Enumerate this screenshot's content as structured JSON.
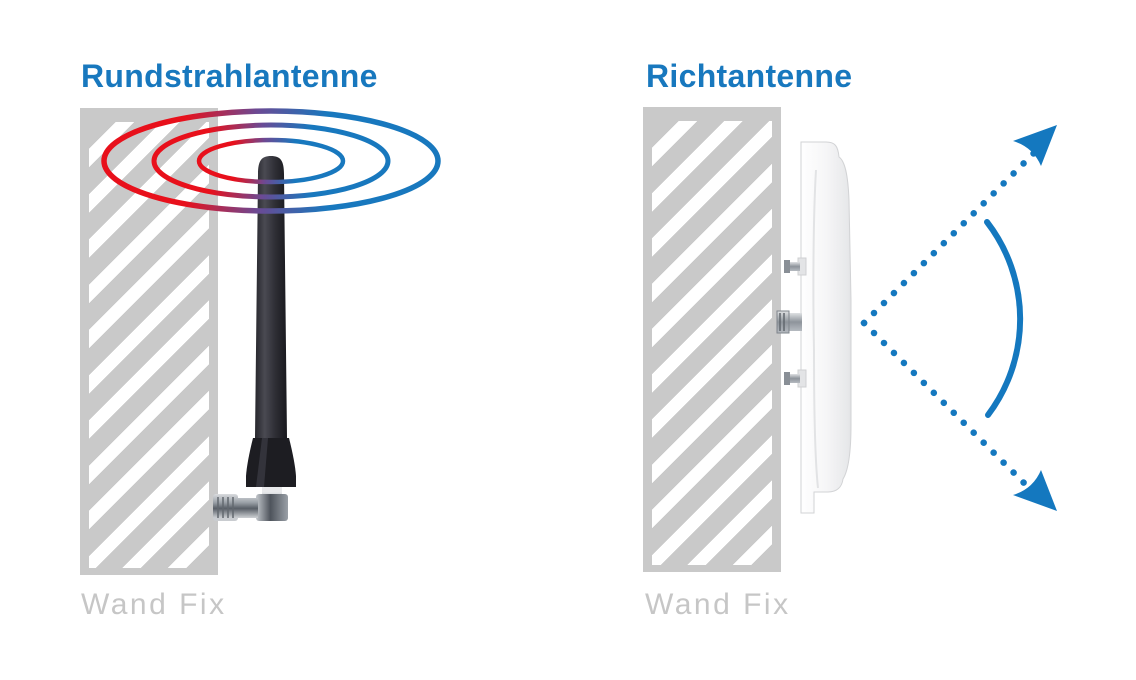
{
  "left_diagram": {
    "title": "Rundstrahlantenne",
    "wall_label": "Wand Fix",
    "antenna": "rod-omni-antenna",
    "wave_rings": 3
  },
  "right_diagram": {
    "title": "Richtantenne",
    "wall_label": "Wand Fix",
    "antenna": "panel-directional-antenna"
  },
  "colors": {
    "title_blue": "#1878be",
    "beam_blue": "#1478bf",
    "wave_red": "#e8101b",
    "wave_purple": "#6b4a94",
    "wave_blue": "#1878be",
    "wall_gray": "#c9c9c9",
    "hatch_white": "#ffffff",
    "label_gray": "#c6c6c6",
    "antenna_black": "#26262c",
    "panel_white": "#f6f6f7",
    "metal_gray": "#9ba1a8"
  },
  "icons": {
    "left": "omnidirectional-wave-rings-icon",
    "right": "directional-beam-arrows-icon"
  }
}
